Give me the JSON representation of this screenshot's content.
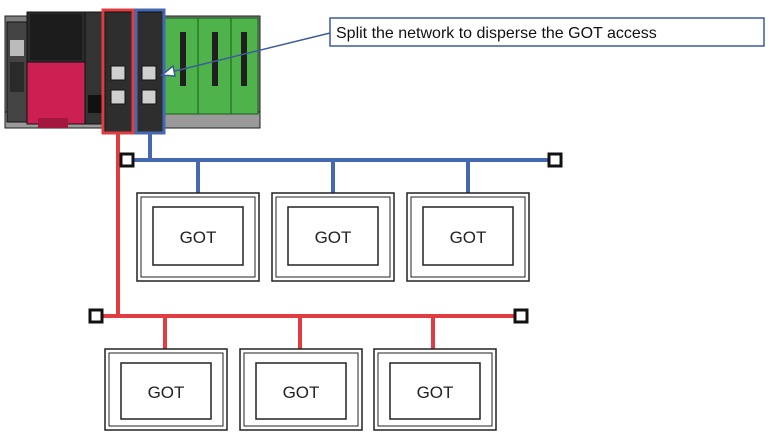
{
  "callout": {
    "text": "Split the network to disperse the GOT access"
  },
  "terminals": [
    {
      "label": "GOT"
    },
    {
      "label": "GOT"
    },
    {
      "label": "GOT"
    },
    {
      "label": "GOT"
    },
    {
      "label": "GOT"
    },
    {
      "label": "GOT"
    }
  ],
  "colors": {
    "network_a": "#e03c41",
    "network_b": "#4469b0",
    "plc_body": "#2b2b2b",
    "power_module": "#cc1f52",
    "io_module": "#4db34a"
  },
  "icons": {
    "plc": "plc-rack-icon",
    "terminator": "line-terminator-icon"
  }
}
